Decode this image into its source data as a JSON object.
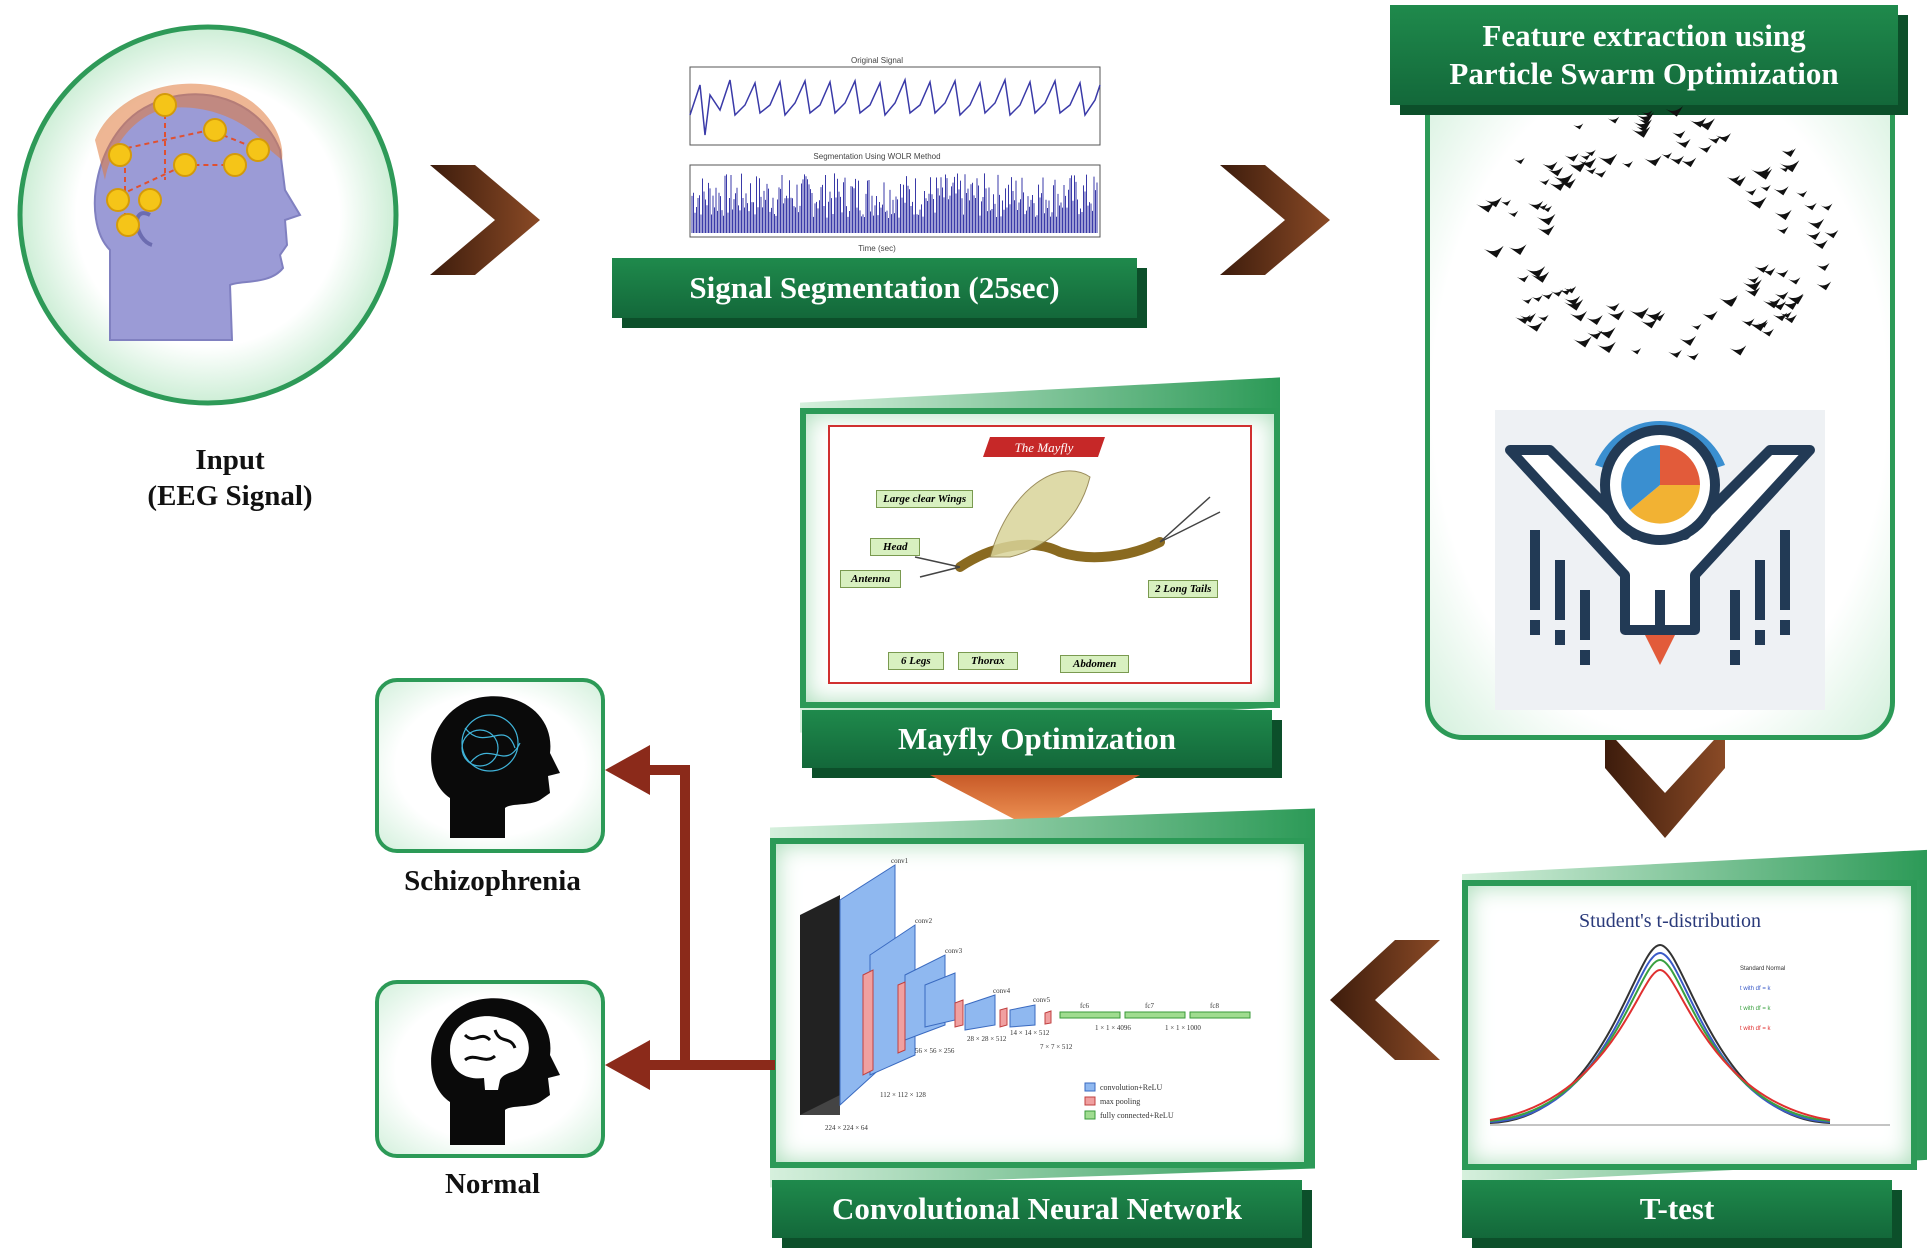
{
  "input": {
    "caption_line1": "Input",
    "caption_line2": "(EEG Signal)"
  },
  "segmentation": {
    "label": "Signal Segmentation (25sec)",
    "plot1_title": "Original Signal",
    "plot2_title": "Segmentation Using WOLR Method",
    "plot2_xlabel": "Time (sec)"
  },
  "feature": {
    "label_line1": "Feature extraction using",
    "label_line2": "Particle Swarm Optimization"
  },
  "mayfly": {
    "label": "Mayfly Optimization",
    "diagram_title": "The Mayfly",
    "parts": [
      "Large clear Wings",
      "Head",
      "Antenna",
      "6 Legs",
      "Thorax",
      "Abdomen",
      "2 Long Tails"
    ]
  },
  "ttest": {
    "label": "T-test",
    "chart_title": "Student's t-distribution",
    "legend": [
      "Standard Normal",
      "t with df = k",
      "t with df = k",
      "t with df = k"
    ]
  },
  "cnn": {
    "label": "Convolutional Neural Network",
    "layers": [
      "conv1",
      "conv2",
      "conv3",
      "conv4",
      "conv5",
      "fc6",
      "fc7",
      "fc8"
    ],
    "dims": [
      "224 × 224 × 64",
      "112 × 112 × 128",
      "56 × 56 × 256",
      "28 × 28 × 512",
      "14 × 14 × 512",
      "7 × 7 × 512",
      "1 × 1 × 4096",
      "1 × 1 × 1000"
    ],
    "legend": [
      "convolution+ReLU",
      "max pooling",
      "fully connected+ReLU"
    ]
  },
  "outputs": {
    "schizophrenia": "Schizophrenia",
    "normal": "Normal"
  },
  "colors": {
    "green": "#1f8a4c",
    "arrow_brown": "#6b3418",
    "red_arrow": "#8b2a1a",
    "head_purple": "#9b9bd6",
    "electrode": "#f5c518"
  }
}
